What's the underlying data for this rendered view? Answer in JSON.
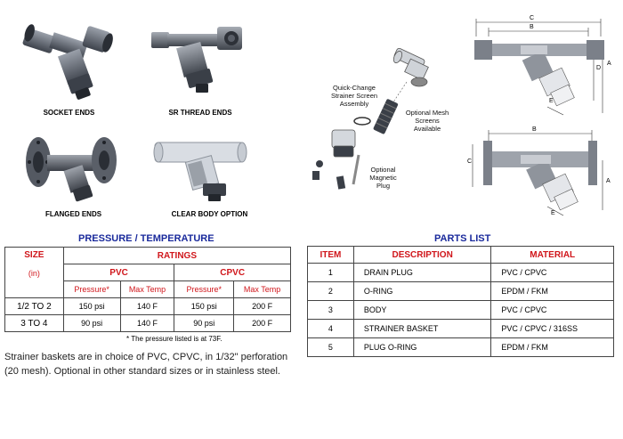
{
  "products": {
    "socket": "SOCKET ENDS",
    "thread": "SR THREAD ENDS",
    "flanged": "FLANGED ENDS",
    "clear": "CLEAR BODY OPTION"
  },
  "exploded": {
    "screen_label_1": "Quick-Change",
    "screen_label_2": "Strainer Screen",
    "screen_label_3": "Assembly",
    "mesh_label_1": "Optional Mesh",
    "mesh_label_2": "Screens",
    "mesh_label_3": "Available",
    "plug_label_1": "Optional",
    "plug_label_2": "Magnetic",
    "plug_label_3": "Plug"
  },
  "dimensions": {
    "top": {
      "c": "C",
      "b": "B",
      "a": "A",
      "d": "D",
      "e": "E"
    },
    "bottom": {
      "b": "B",
      "c": "C",
      "a": "A",
      "e": "E"
    }
  },
  "pressure_temperature": {
    "title": "PRESSURE / TEMPERATURE",
    "size_header": "SIZE",
    "size_unit": "(in)",
    "ratings_header": "RATINGS",
    "pvc_header": "PVC",
    "cpvc_header": "CPVC",
    "pressure_col": "Pressure*",
    "maxtemp_col": "Max Temp",
    "rows": [
      {
        "size": "1/2 TO 2",
        "pvc_pressure": "150 psi",
        "pvc_temp": "140 F",
        "cpvc_pressure": "150 psi",
        "cpvc_temp": "200 F"
      },
      {
        "size": "3 TO 4",
        "pvc_pressure": "90 psi",
        "pvc_temp": "140 F",
        "cpvc_pressure": "90 psi",
        "cpvc_temp": "200 F"
      }
    ],
    "note": "* The pressure listed is at 73F."
  },
  "parts_list": {
    "title": "PARTS LIST",
    "headers": {
      "item": "ITEM",
      "description": "DESCRIPTION",
      "material": "MATERIAL"
    },
    "rows": [
      {
        "item": "1",
        "description": "DRAIN PLUG",
        "material": "PVC / CPVC"
      },
      {
        "item": "2",
        "description": "O-RING",
        "material": "EPDM / FKM"
      },
      {
        "item": "3",
        "description": "BODY",
        "material": "PVC / CPVC"
      },
      {
        "item": "4",
        "description": "STRAINER BASKET",
        "material": "PVC / CPVC / 316SS"
      },
      {
        "item": "5",
        "description": "PLUG O-RING",
        "material": "EPDM / FKM"
      }
    ]
  },
  "footer_text": "Strainer baskets are in choice of PVC, CPVC, in 1/32\" perforation (20 mesh). Optional in other standard sizes  or in stainless steel."
}
